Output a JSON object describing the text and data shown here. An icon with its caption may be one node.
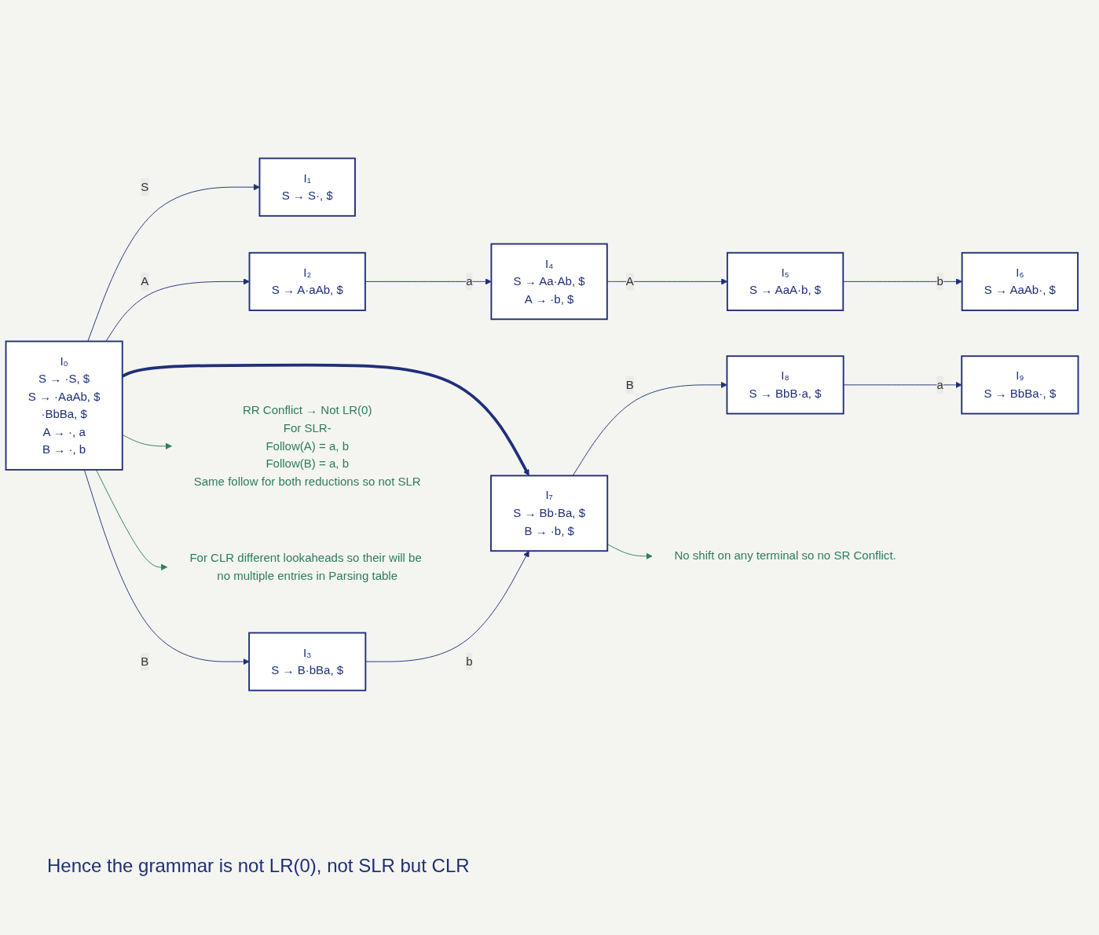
{
  "diagram": {
    "nodes": [
      {
        "text": [
          "I₀",
          "S → ·S, $",
          "S → ·AaAb, $",
          "·BbBa, $",
          "A → ·, a",
          "B → ·, b"
        ]
      },
      {
        "text": [
          "I₁",
          "S → S·, $"
        ]
      },
      {
        "text": [
          "I₂",
          "S → A·aAb, $"
        ]
      },
      {
        "text": [
          "I₃",
          "S → B·bBa, $"
        ]
      },
      {
        "text": [
          "I₄",
          "S → Aa·Ab, $",
          "A → ·b, $"
        ]
      },
      {
        "text": [
          "I₅",
          "S → AaA·b, $"
        ]
      },
      {
        "text": [
          "I₆",
          "S → AaAb·, $"
        ]
      },
      {
        "text": [
          "I₇",
          "S → Bb·Ba, $",
          "B → ·b, $"
        ]
      },
      {
        "text": [
          "I₈",
          "S → BbB·a, $"
        ]
      },
      {
        "text": [
          "I₉",
          "S → BbBa·, $"
        ]
      },
      {
        "text": [
          "RR Conflict → Not LR(0)",
          "For SLR-",
          "Follow(A) = a, b",
          "Follow(B) = a, b",
          "Same follow for both reductions so not SLR"
        ]
      },
      {
        "text": [
          "No shift on any terminal so no SR Conflict."
        ]
      },
      {
        "text": [
          "For CLR different lookaheads so their will be no multiple entries in Parsing table"
        ]
      }
    ],
    "edges": [
      {
        "from": 0,
        "to": 1,
        "arrow": "to",
        "label": "S"
      },
      {
        "from": 0,
        "to": 2,
        "arrow": "to",
        "label": "A"
      },
      {
        "from": 0,
        "to": 3,
        "arrow": "to",
        "label": "B"
      },
      {
        "from": 0,
        "to": 7,
        "arrow": "to",
        "style": "thick"
      },
      {
        "from": 2,
        "to": 4,
        "arrow": "to",
        "label": "a"
      },
      {
        "from": 3,
        "to": 7,
        "arrow": "to",
        "label": "b"
      },
      {
        "from": 4,
        "to": 5,
        "arrow": "to",
        "label": "A"
      },
      {
        "from": 5,
        "to": 6,
        "arrow": "to",
        "label": "b"
      },
      {
        "from": 7,
        "to": 8,
        "arrow": "to",
        "label": "B"
      },
      {
        "from": 8,
        "to": 9,
        "arrow": "to",
        "label": "a"
      },
      {
        "from": 0,
        "to": 10,
        "arrow": "to",
        "color": "#2e7d5b"
      },
      {
        "from": 7,
        "to": 11,
        "arrow": "to",
        "color": "#2e7d5b"
      },
      {
        "from": 0,
        "to": 12,
        "arrow": "to",
        "color": "#2e7d5b"
      }
    ],
    "labels": [
      "Hence the grammar is not LR(0), not SLR but CLR"
    ]
  }
}
